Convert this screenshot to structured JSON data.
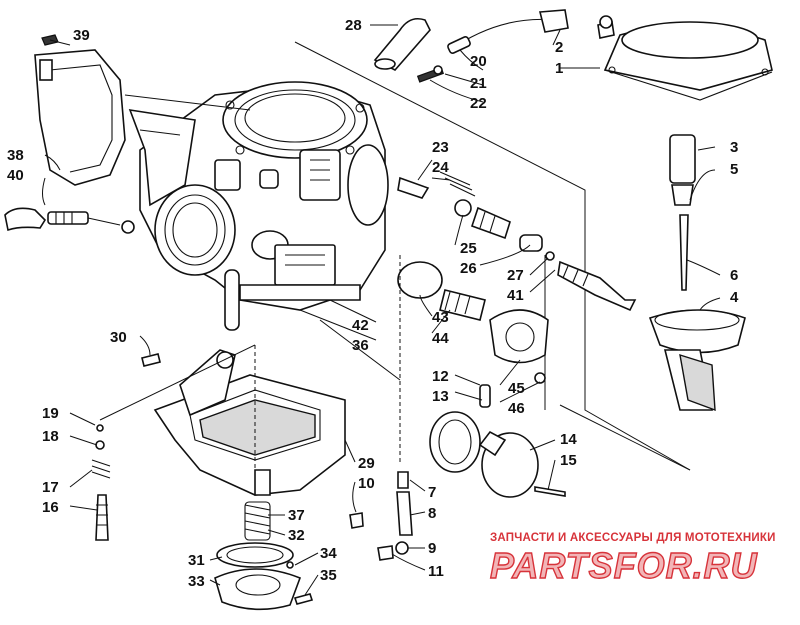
{
  "diagram": {
    "part_numbers": [
      "1",
      "2",
      "3",
      "4",
      "5",
      "6",
      "7",
      "8",
      "9",
      "10",
      "11",
      "12",
      "13",
      "14",
      "15",
      "16",
      "17",
      "18",
      "19",
      "20",
      "21",
      "22",
      "23",
      "24",
      "25",
      "26",
      "27",
      "28",
      "29",
      "30",
      "31",
      "32",
      "33",
      "34",
      "35",
      "36",
      "37",
      "38",
      "39",
      "40",
      "41",
      "42",
      "43",
      "44",
      "45",
      "46"
    ]
  },
  "watermark": {
    "subtitle": "ЗАПЧАСТИ И АКСЕССУАРЫ ДЛЯ МОТОТЕХНИКИ",
    "brand": "PARTSFOR.RU",
    "color": "#d7333a"
  }
}
